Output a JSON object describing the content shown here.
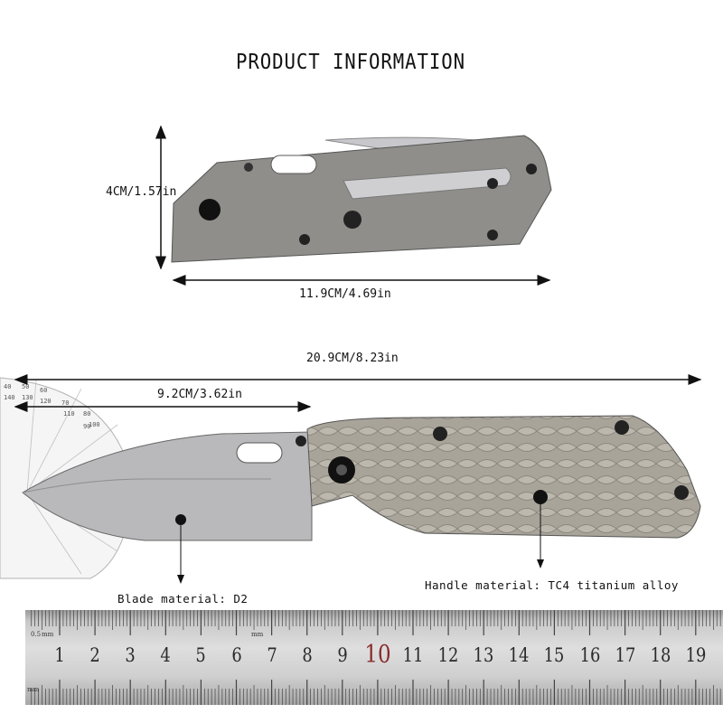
{
  "title": "PRODUCT INFORMATION",
  "dimensions": {
    "folded_height": "4CM/1.57in",
    "folded_length": "11.9CM/4.69in",
    "total_length": "20.9CM/8.23in",
    "blade_length": "9.2CM/3.62in"
  },
  "labels": {
    "blade_material": "Blade material: D2",
    "handle_material": "Handle material: TC4 titanium alloy"
  },
  "protractor": {
    "numbers": [
      "40",
      "50",
      "60",
      "140",
      "130",
      "120",
      "70",
      "110",
      "80",
      "100",
      "90"
    ]
  },
  "ruler": {
    "unit_top": "mm",
    "unit_top_small": "0.5",
    "unit_mid": "mm",
    "unit_bottom": "mm",
    "numbers": [
      "1",
      "2",
      "3",
      "4",
      "5",
      "6",
      "7",
      "8",
      "9",
      "10",
      "11",
      "12",
      "13",
      "14",
      "15",
      "16",
      "17",
      "18",
      "19",
      "2"
    ],
    "highlight": "10",
    "highlight_color": "#8a2b2b"
  }
}
